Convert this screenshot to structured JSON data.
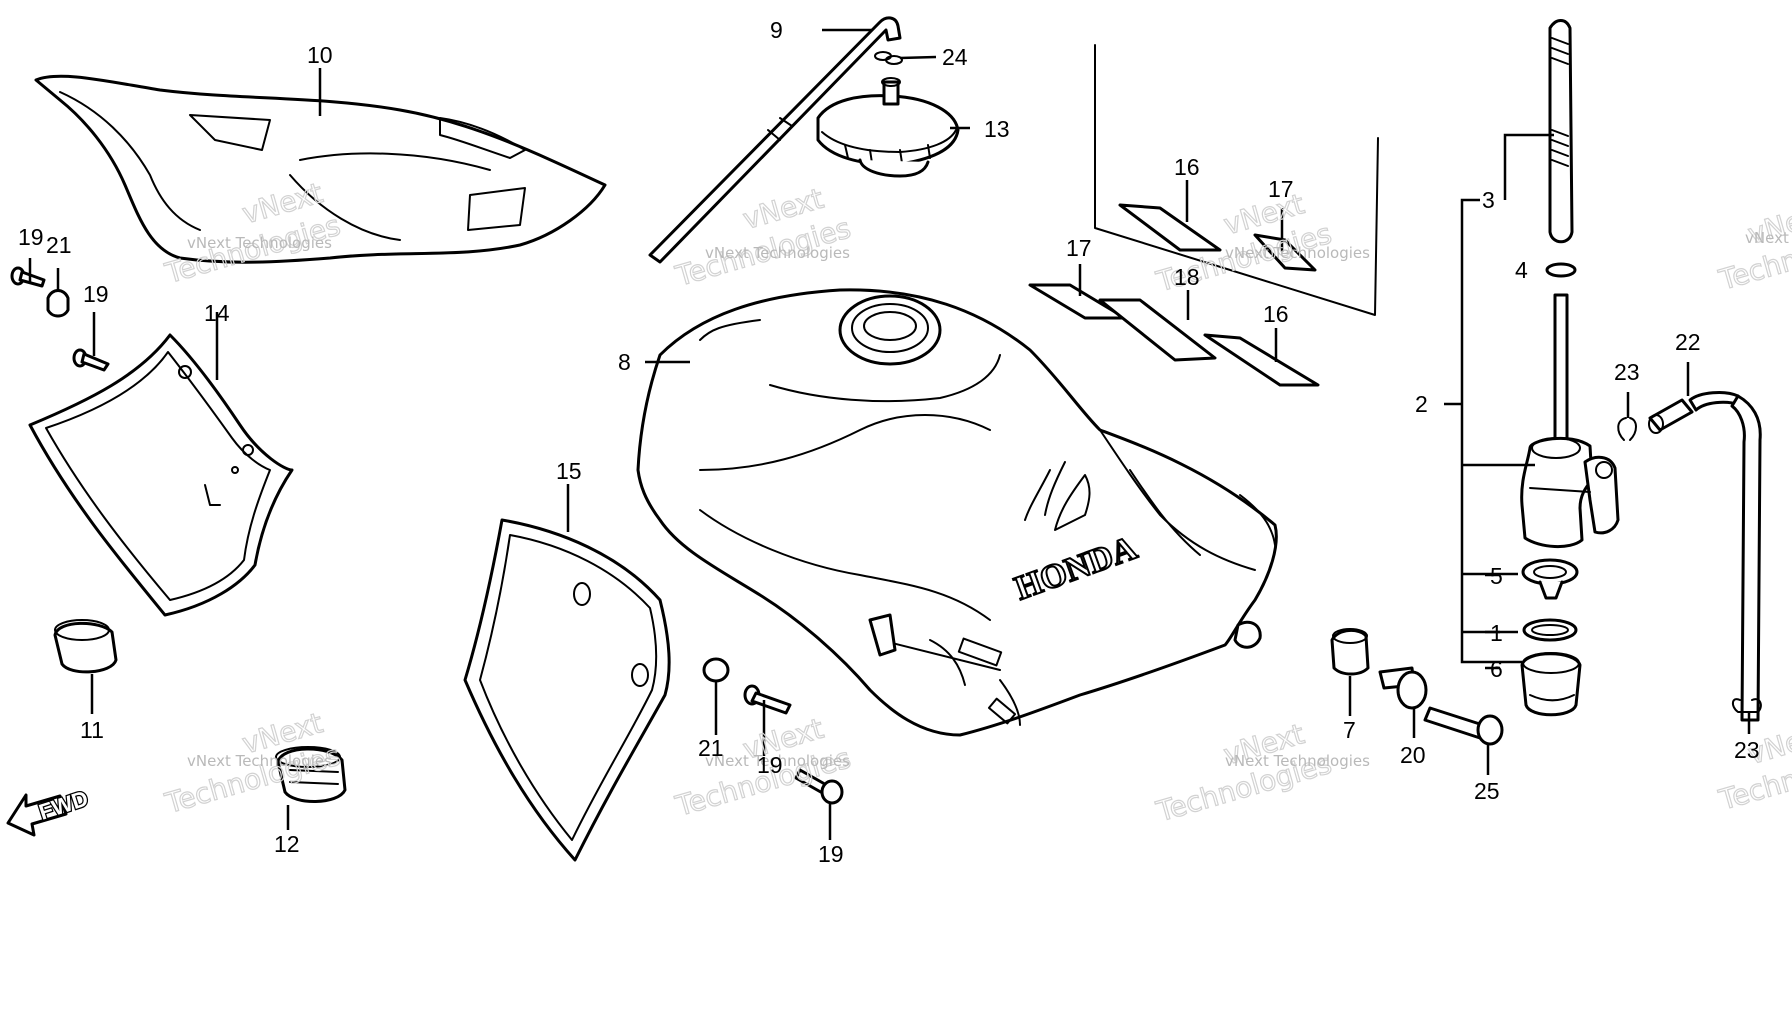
{
  "labels": {
    "p1": "1",
    "p2": "2",
    "p3": "3",
    "p4": "4",
    "p5": "5",
    "p6": "6",
    "p7": "7",
    "p8": "8",
    "p9": "9",
    "p10": "10",
    "p11": "11",
    "p12": "12",
    "p13": "13",
    "p14": "14",
    "p15": "15",
    "p16a": "16",
    "p16b": "16",
    "p17a": "17",
    "p17b": "17",
    "p18": "18",
    "p19a": "19",
    "p19b": "19",
    "p19c": "19",
    "p19d": "19",
    "p20": "20",
    "p21a": "21",
    "p21b": "21",
    "p22": "22",
    "p23a": "23",
    "p23b": "23",
    "p24": "24",
    "p25": "25"
  },
  "direction": "FWD",
  "tank_emblem": "HONDA",
  "watermark": {
    "company_short": "vNext",
    "company": "vNext Technologies",
    "big": "Technologies"
  }
}
